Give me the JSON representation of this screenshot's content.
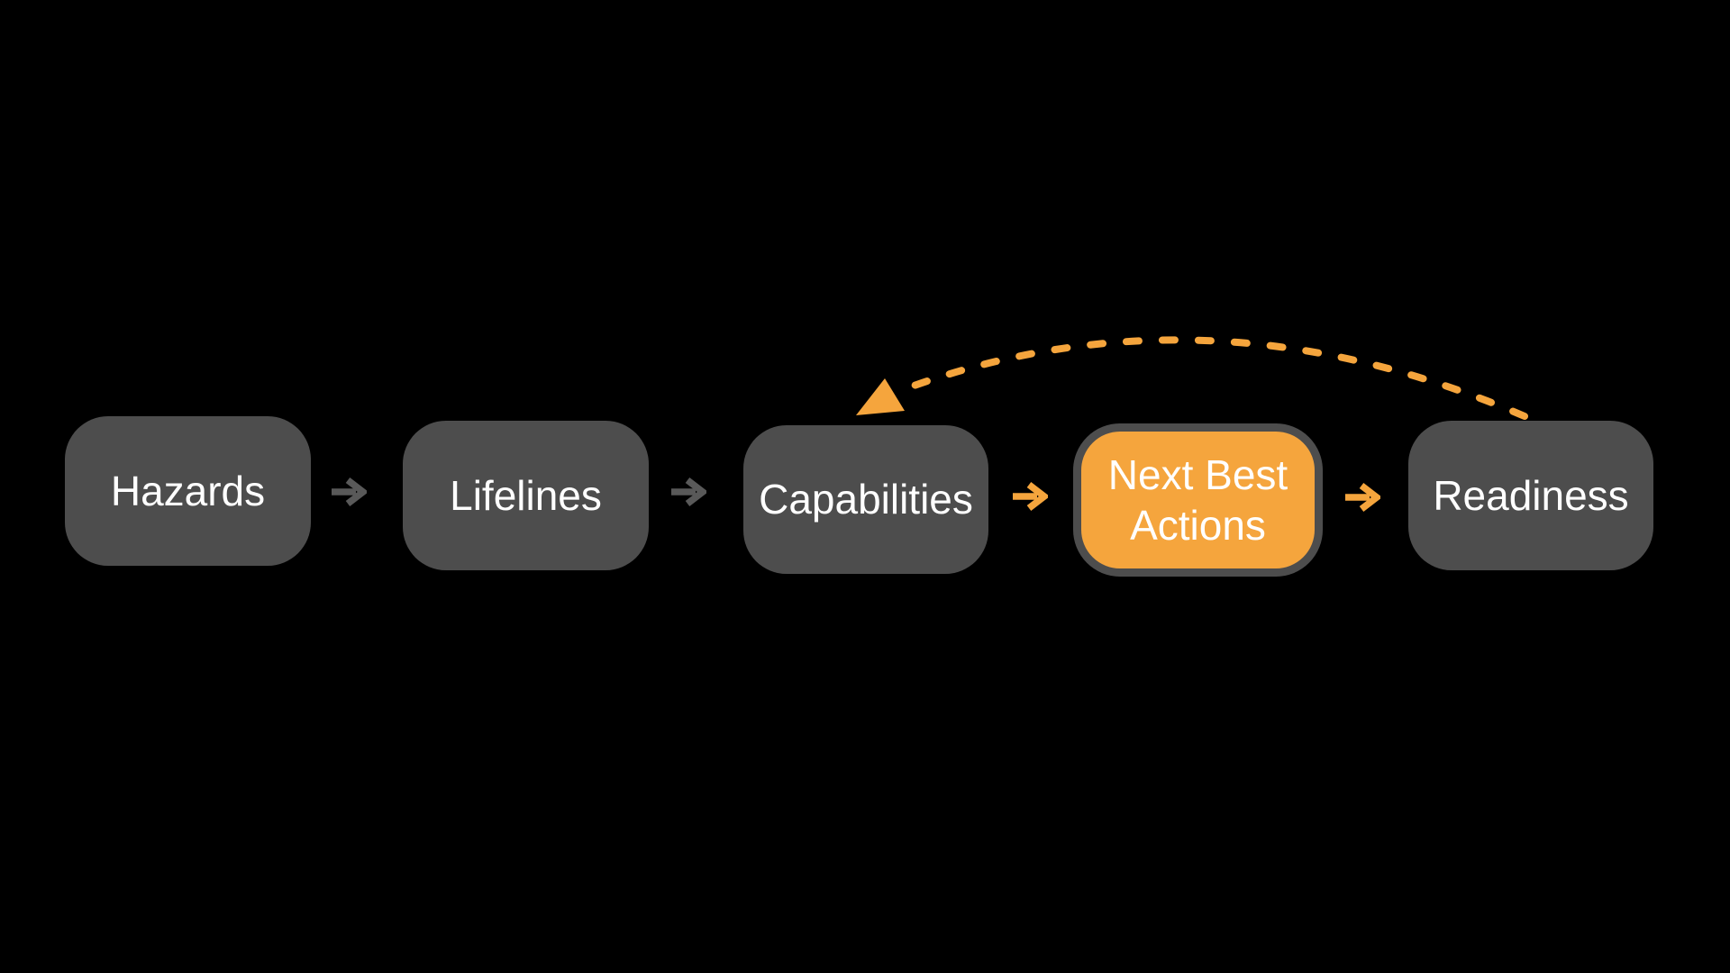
{
  "diagram": {
    "nodes": [
      {
        "id": "hazards",
        "label": "Hazards",
        "style": "default"
      },
      {
        "id": "lifelines",
        "label": "Lifelines",
        "style": "default"
      },
      {
        "id": "capabilities",
        "label": "Capabilities",
        "style": "default"
      },
      {
        "id": "next-best-actions",
        "label": "Next Best Actions",
        "style": "highlighted-orange"
      },
      {
        "id": "readiness",
        "label": "Readiness",
        "style": "default"
      }
    ],
    "connections": [
      {
        "from": "hazards",
        "to": "lifelines",
        "style": "solid-gray-arrow"
      },
      {
        "from": "lifelines",
        "to": "capabilities",
        "style": "solid-gray-arrow"
      },
      {
        "from": "capabilities",
        "to": "next-best-actions",
        "style": "solid-orange-arrow"
      },
      {
        "from": "next-best-actions",
        "to": "readiness",
        "style": "solid-orange-arrow"
      },
      {
        "from": "readiness",
        "to": "capabilities",
        "style": "dashed-orange-curved-feedback-arrow"
      }
    ]
  },
  "colors": {
    "background": "#000000",
    "node_fill_gray": "#4D4D4D",
    "node_text": "#FFFFFF",
    "highlight_fill_orange": "#F5A53D",
    "highlight_border_gray": "#4D4D4D",
    "arrow_gray": "#595959",
    "arrow_orange": "#F5A53D"
  }
}
